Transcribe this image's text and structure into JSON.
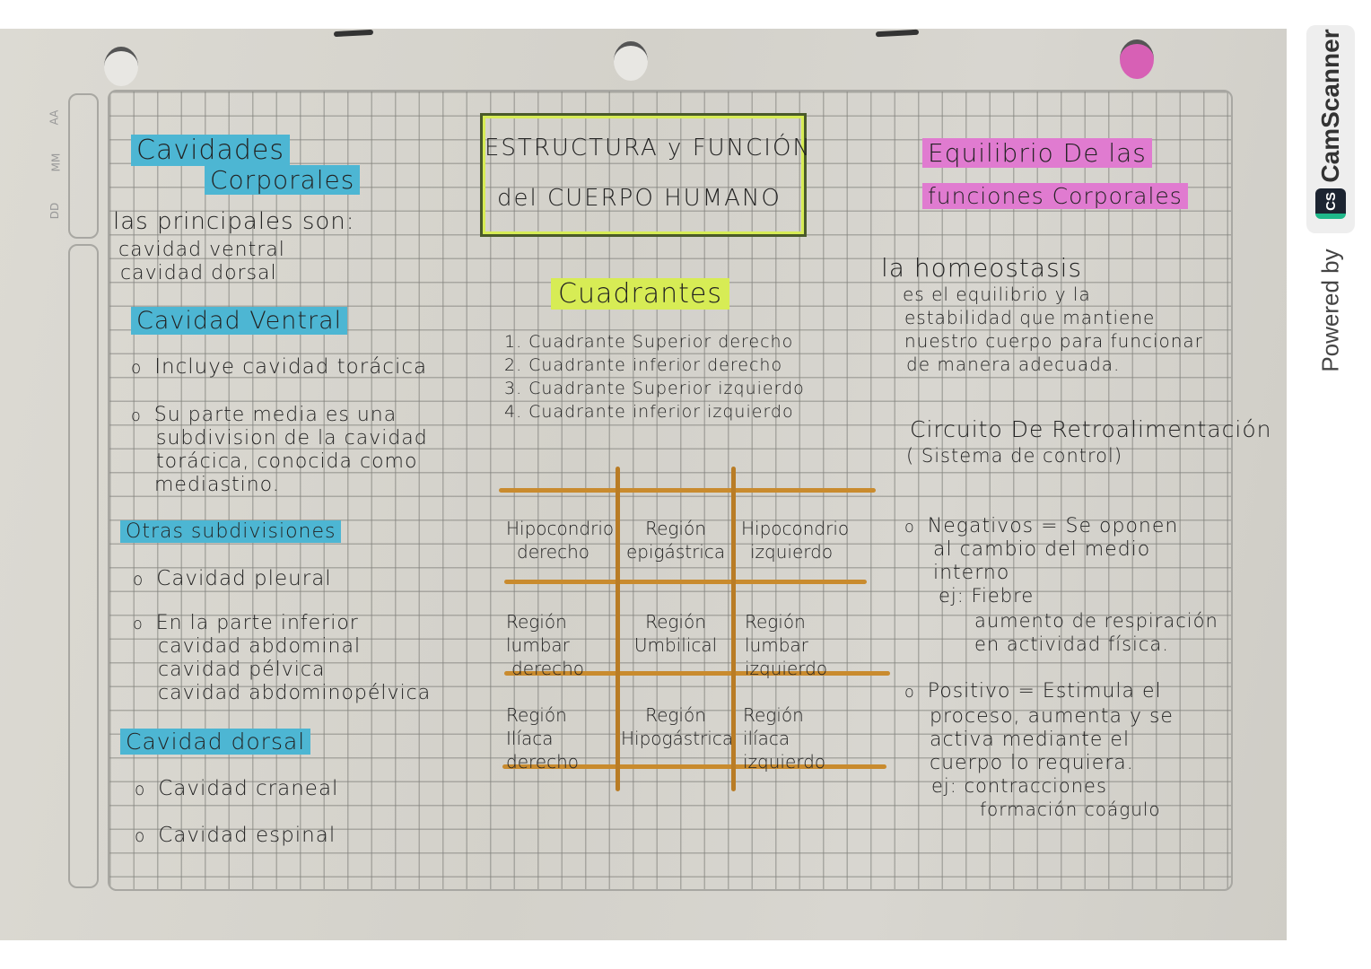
{
  "page": {
    "title_box": {
      "line1": "ESTRUCTURA y FUNCIÓN",
      "line2": "del CUERPO HUMANO"
    },
    "margin_labels": [
      "AA",
      "MM",
      "DD"
    ]
  },
  "left_column": {
    "heading_line1": "Cavidades",
    "heading_line2": "Corporales",
    "intro": [
      "las principales son:",
      "cavidad ventral",
      "cavidad dorsal"
    ],
    "ventral": {
      "heading": "Cavidad Ventral",
      "bullets": [
        [
          "Incluye cavidad torácica"
        ],
        [
          "Su parte media es una",
          "subdivision de la cavidad",
          "torácica, conocida como",
          "mediastino."
        ]
      ]
    },
    "other": {
      "heading": "Otras subdivisiones",
      "bullets": [
        [
          "Cavidad pleural"
        ],
        [
          "En la parte inferior",
          "cavidad abdominal",
          "cavidad pélvica",
          "cavidad abdominopélvica"
        ]
      ]
    },
    "dorsal": {
      "heading": "Cavidad dorsal",
      "bullets": [
        "Cavidad craneal",
        "Cavidad espinal"
      ]
    }
  },
  "center_column": {
    "quadrants_heading": "Cuadrantes",
    "quadrants": [
      "1. Cuadrante Superior derecho",
      "2. Cuadrante inferior derecho",
      "3. Cuadrante Superior izquierdo",
      "4. Cuadrante inferior izquierdo"
    ],
    "regions_grid": [
      [
        [
          "Hipocondrio",
          "derecho"
        ],
        [
          "Región",
          "epigástrica"
        ],
        [
          "Hipocondrio",
          "izquierdo"
        ]
      ],
      [
        [
          "Región",
          "lumbar",
          "derecho"
        ],
        [
          "Región",
          "Umbilical"
        ],
        [
          "Región",
          "lumbar",
          "izquierdo"
        ]
      ],
      [
        [
          "Región",
          "Ilíaca",
          "derecho"
        ],
        [
          "Región",
          "Hipogástrica"
        ],
        [
          "Región",
          "ilíaca",
          "izquierdo"
        ]
      ]
    ]
  },
  "right_column": {
    "heading_line1": "Equilibrio De las",
    "heading_line2": "funciones Corporales",
    "homeostasis": [
      "la homeostasis",
      "es el equilibrio y la",
      "estabilidad que mantiene",
      "nuestro cuerpo para funcionar",
      "de manera adecuada."
    ],
    "feedback_heading": [
      "Circuito De Retroalimentación",
      "( Sistema de control)"
    ],
    "negative": [
      "Negativos = Se oponen",
      "al cambio del medio",
      "interno",
      "ej: Fiebre",
      "aumento de respiración",
      "en actividad física."
    ],
    "positive": [
      "Positivo = Estimula el",
      "proceso, aumenta y se",
      "activa mediante el",
      "cuerpo lo requiera.",
      "ej: contracciones",
      "formación coágulo"
    ]
  },
  "watermark": {
    "brand": "CamScanner",
    "prefix": "Powered by",
    "logo_text": "CS"
  },
  "colors": {
    "highlight_blue": "#4db6d3",
    "highlight_pink": "#e07bd0",
    "highlight_yellow": "#d7ec55",
    "grid_orange": "#c98b2e",
    "paper": "#d8d6cf",
    "ink": "#222222"
  }
}
